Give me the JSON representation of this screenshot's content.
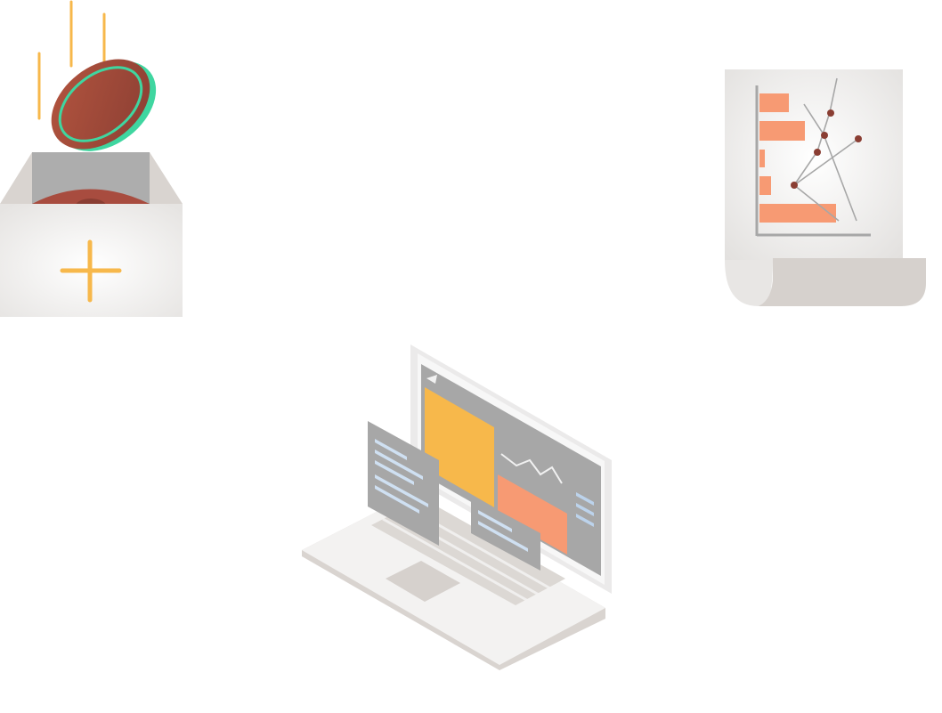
{
  "illustrations": [
    {
      "id": "coin-box",
      "icon": "coin-deposit-box-icon"
    },
    {
      "id": "report-doc",
      "icon": "chart-report-document-icon"
    },
    {
      "id": "laptop",
      "icon": "laptop-dashboard-icon"
    }
  ],
  "colors": {
    "coin": "#a84c3f",
    "coin_edge": "#3fd6a0",
    "accent_yellow": "#f7b84b",
    "accent_orange": "#f79a73",
    "box_light": "#f1f0ef",
    "box_dark": "#d8d3cf",
    "screen_gray": "#a7a7a7"
  }
}
